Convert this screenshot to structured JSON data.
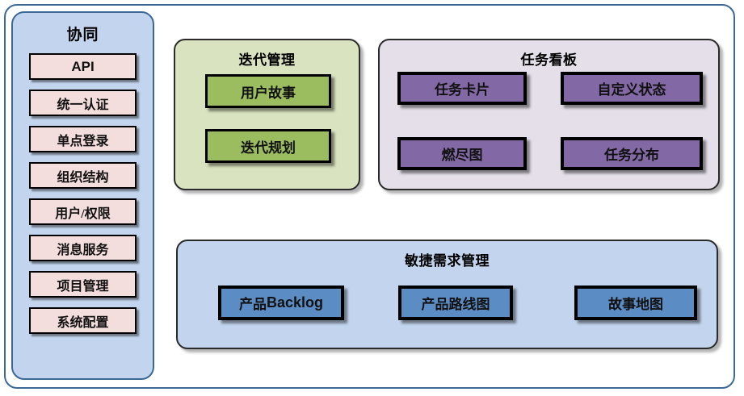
{
  "diagram": {
    "title_hidden": "",
    "sidebar": {
      "title": "协同",
      "items": [
        {
          "label": "API"
        },
        {
          "label": "统一认证"
        },
        {
          "label": "单点登录"
        },
        {
          "label": "组织结构"
        },
        {
          "label": "用户/权限"
        },
        {
          "label": "消息服务"
        },
        {
          "label": "项目管理"
        },
        {
          "label": "系统配置"
        }
      ]
    },
    "panels": [
      {
        "id": "iteration",
        "title": "迭代管理",
        "color": "#d9e3bf",
        "item_color": "#9cbd5f",
        "items": [
          {
            "label": "用户故事"
          },
          {
            "label": "迭代规划"
          }
        ]
      },
      {
        "id": "taskboard",
        "title": "任务看板",
        "color": "#e4dfe9",
        "item_color": "#8268a4",
        "items": [
          {
            "label": "任务卡片"
          },
          {
            "label": "自定义状态"
          },
          {
            "label": "燃尽图"
          },
          {
            "label": "任务分布"
          }
        ]
      },
      {
        "id": "agile",
        "title": "敏捷需求管理",
        "color": "#c3d5ee",
        "item_color": "#5b8cc4",
        "items": [
          {
            "label": "产品Backlog",
            "label_cn": "产品",
            "label_latin": "Backlog"
          },
          {
            "label": "产品路线图"
          },
          {
            "label": "故事地图"
          }
        ]
      }
    ],
    "colors": {
      "frame_border": "#3c6896",
      "sidebar_bg": "#c3d5ee",
      "sidebar_item_bg": "#f4dedd",
      "green_panel_bg": "#d9e3bf",
      "green_item_bg": "#9cbd5f",
      "purple_panel_bg": "#e4dfe9",
      "purple_item_bg": "#8268a4",
      "blue_panel_bg": "#c3d5ee",
      "blue_item_bg": "#5b8cc4",
      "box_border": "#000000"
    }
  }
}
